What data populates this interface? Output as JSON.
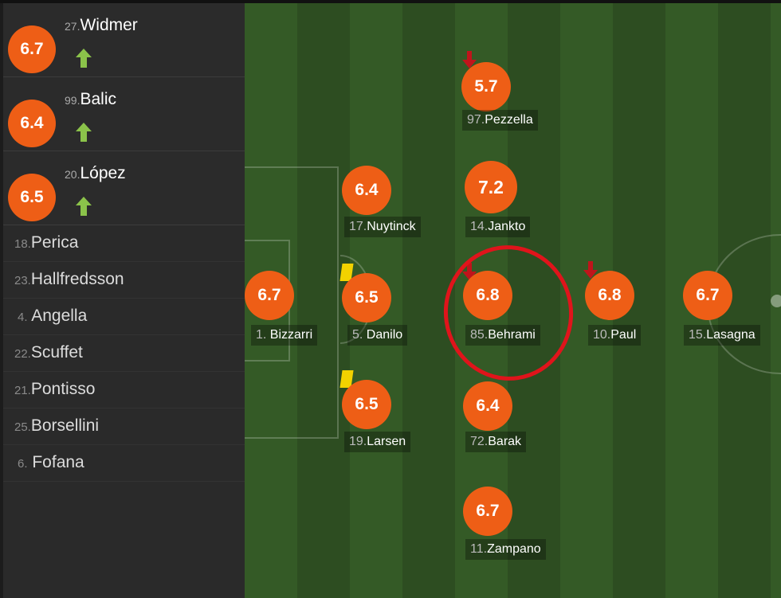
{
  "substitutes_in": [
    {
      "rating": "6.7",
      "number": "27.",
      "name": "Widmer"
    },
    {
      "rating": "6.4",
      "number": "99.",
      "name": "Balic"
    },
    {
      "rating": "6.5",
      "number": "20.",
      "name": "López"
    }
  ],
  "bench": [
    {
      "number": "18.",
      "name": "Perica"
    },
    {
      "number": "23.",
      "name": "Hallfredsson"
    },
    {
      "number": "4.",
      "name": "Angella"
    },
    {
      "number": "22.",
      "name": "Scuffet"
    },
    {
      "number": "21.",
      "name": "Pontisso"
    },
    {
      "number": "25.",
      "name": "Borsellini"
    },
    {
      "number": "6.",
      "name": "Fofana"
    }
  ],
  "players": {
    "bizzarri": {
      "rating": "6.7",
      "number": "1.",
      "name": "Bizzarri"
    },
    "nuytinck": {
      "rating": "6.4",
      "number": "17.",
      "name": "Nuytinck"
    },
    "danilo": {
      "rating": "6.5",
      "number": "5.",
      "name": "Danilo"
    },
    "larsen": {
      "rating": "6.5",
      "number": "19.",
      "name": "Larsen"
    },
    "pezzella": {
      "rating": "5.7",
      "number": "97.",
      "name": "Pezzella"
    },
    "jankto": {
      "rating": "7.2",
      "number": "14.",
      "name": "Jankto"
    },
    "behrami": {
      "rating": "6.8",
      "number": "85.",
      "name": "Behrami"
    },
    "barak": {
      "rating": "6.4",
      "number": "72.",
      "name": "Barak"
    },
    "zampano": {
      "rating": "6.7",
      "number": "11.",
      "name": "Zampano"
    },
    "paul": {
      "rating": "6.8",
      "number": "10.",
      "name": "Paul"
    },
    "lasagna": {
      "rating": "6.7",
      "number": "15.",
      "name": "Lasagna"
    }
  },
  "colors": {
    "rating_bg": "#ee5e16",
    "sub_in_arrow": "#8bc34a",
    "sub_out_arrow": "#c0141b",
    "yellow_card": "#f2d200",
    "highlight_circle": "#e0141b"
  },
  "icons": {
    "sub_in": "arrow-up-icon",
    "sub_out": "arrow-down-icon",
    "booking": "yellow-card-icon"
  }
}
